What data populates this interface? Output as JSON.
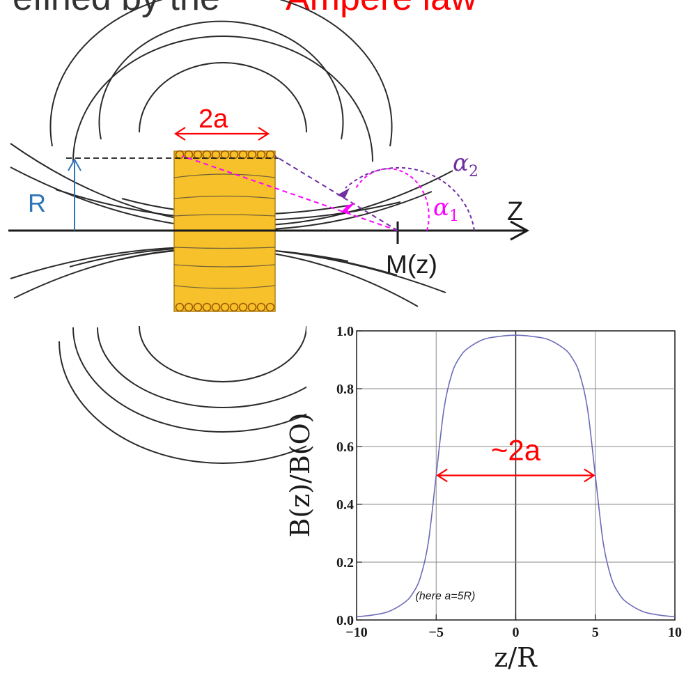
{
  "header": {
    "partial_text": "efined by the",
    "highlighted_text": "Ampère law"
  },
  "diagram": {
    "width_label": "2a",
    "radius_label": "R",
    "axis_label": "Z",
    "point_label": "M(z)",
    "alpha_symbol": "α",
    "alpha1_subscript": "1",
    "alpha2_subscript": "2"
  },
  "colors": {
    "red": "#ff0000",
    "blue": "#1f77b4",
    "magenta": "#ff00ff",
    "purple": "#7030a0",
    "coil_fill": "#f7c12c",
    "curve": "#6b6bb8"
  },
  "chart_data": {
    "type": "line",
    "xlabel": "z/R",
    "ylabel": "B(z)/B(O)",
    "xlim": [
      -10,
      10
    ],
    "ylim": [
      0,
      1
    ],
    "x_ticks": [
      "−10",
      "−5",
      "0",
      "5",
      "10"
    ],
    "y_ticks": [
      "0.0",
      "0.2",
      "0.4",
      "0.6",
      "0.8",
      "1.0"
    ],
    "grid": true,
    "series": [
      {
        "name": "",
        "x": [
          -10,
          -9,
          -8,
          -7,
          -6.5,
          -6,
          -5.5,
          -5,
          -4.5,
          -4,
          -3.5,
          -3,
          -2,
          -1,
          0,
          1,
          2,
          3,
          3.5,
          4,
          4.5,
          5,
          5.5,
          6,
          6.5,
          7,
          8,
          9,
          10
        ],
        "y": [
          0.011,
          0.017,
          0.029,
          0.06,
          0.09,
          0.146,
          0.266,
          0.5,
          0.734,
          0.854,
          0.91,
          0.94,
          0.971,
          0.981,
          0.985,
          0.981,
          0.971,
          0.94,
          0.91,
          0.854,
          0.734,
          0.5,
          0.266,
          0.146,
          0.09,
          0.06,
          0.029,
          0.017,
          0.011
        ]
      }
    ],
    "annotations": {
      "width_label": "~2a",
      "note": "(here a=5R)"
    }
  }
}
